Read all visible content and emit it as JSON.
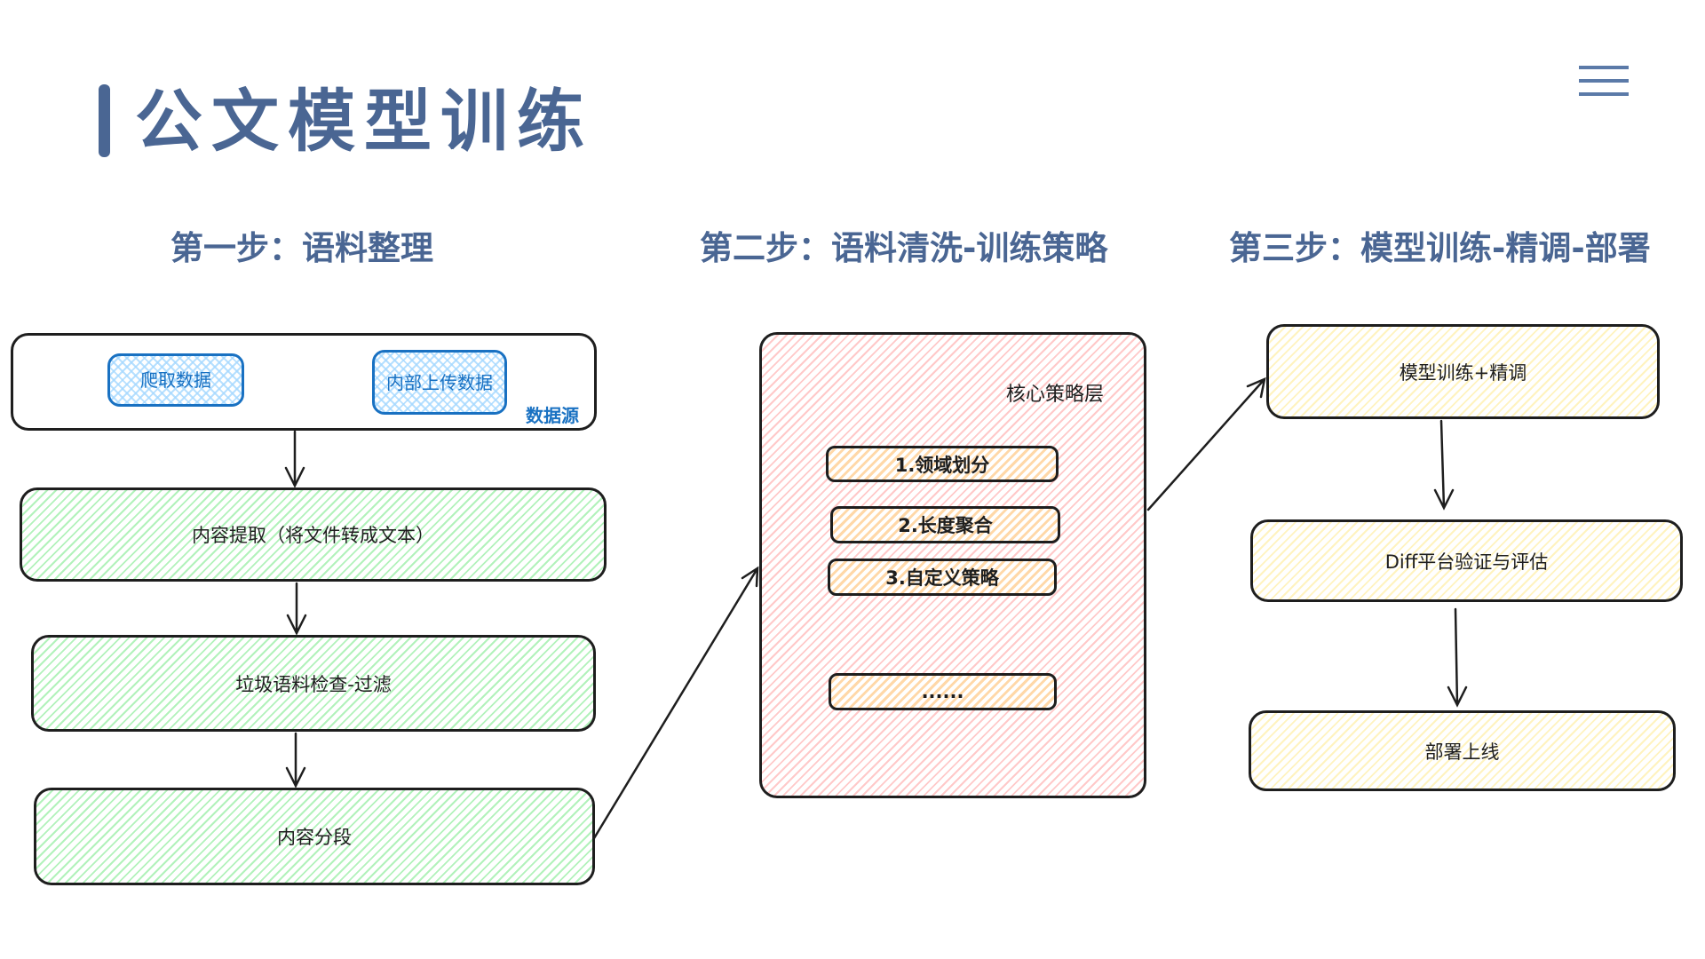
{
  "header": {
    "title": "公文模型训练",
    "menu_icon": "hamburger-menu-icon"
  },
  "steps": [
    {
      "heading": "第一步：语料整理"
    },
    {
      "heading": "第二步：语料清洗-训练策略"
    },
    {
      "heading": "第三步：模型训练-精调-部署"
    }
  ],
  "step1": {
    "data_source": {
      "label": "数据源",
      "crawl": "爬取数据",
      "upload": "内部上传数据"
    },
    "extract": "内容提取（将文件转成文本）",
    "filter": "垃圾语料检查-过滤",
    "segment": "内容分段"
  },
  "step2": {
    "label": "核心策略层",
    "items": [
      "1.领域划分",
      "2.长度聚合",
      "3.自定义策略",
      "......"
    ]
  },
  "step3": {
    "train": "模型训练+精调",
    "verify": "Diff平台验证与评估",
    "deploy": "部署上线"
  },
  "colors": {
    "title": "#4a6693",
    "green": "#b2f2bb",
    "pink": "#ffc9c9",
    "yellow": "#fff3bf",
    "orange": "#ffd8a8",
    "blue": "#1971c2"
  }
}
